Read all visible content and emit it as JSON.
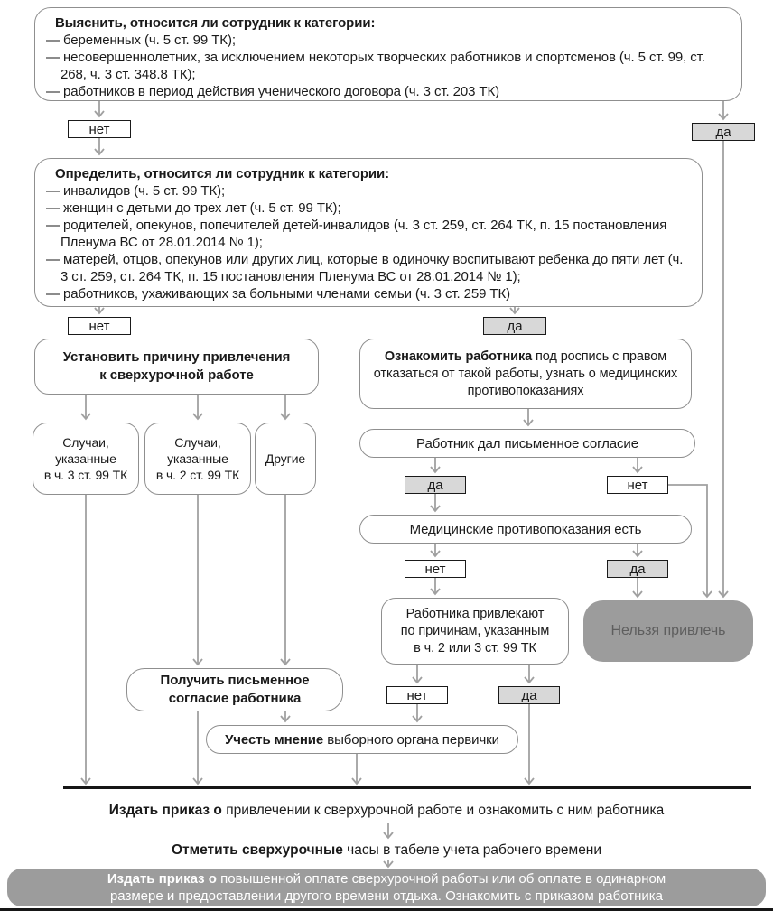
{
  "labels": {
    "yes": "да",
    "no": "нет"
  },
  "step1": {
    "title": "Выяснить, относится ли сотрудник к категории:",
    "items": [
      "— беременных (ч. 5 ст. 99 ТК);",
      "— несовершеннолетних, за исключением некоторых творческих работников и спортсменов (ч. 5 ст. 99, ст. 268, ч. 3 ст. 348.8 ТК);",
      "— работников в период действия ученического договора (ч. 3 ст. 203 ТК)"
    ]
  },
  "step2": {
    "title": "Определить, относится ли сотрудник к категории:",
    "items": [
      "— инвалидов (ч. 5 ст. 99 ТК);",
      "— женщин с детьми до трех лет (ч. 5 ст. 99 ТК);",
      "— родителей, опекунов, попечителей детей-инвалидов (ч. 3 ст. 259, ст. 264 ТК, п. 15 постановления Пленума ВС от 28.01.2014 № 1);",
      "— матерей, отцов, опекунов или других лиц, которые в одиночку воспитывают ребенка до пяти лет (ч. 3 ст. 259, ст. 264 ТК, п. 15 постановления Пленума ВС от 28.01.2014 № 1);",
      "— работников, ухаживающих за больными членами семьи (ч. 3 ст. 259 ТК)"
    ]
  },
  "establish_reason": "Установить причину привлечения\nк сверхурочной работе",
  "inform_worker": {
    "bold": "Ознакомить работника",
    "rest": " под роспись с правом отказаться от такой работы, узнать о медицинских противопоказаниях"
  },
  "case_part3": "Случаи,\nуказанные\nв ч. 3 ст. 99 ТК",
  "case_part2": "Случаи,\nуказанные\nв ч. 2 ст. 99 ТК",
  "case_other": "Другие",
  "written_consent_given": "Работник дал письменное согласие",
  "medical_contraindications": "Медицинские противопоказания есть",
  "attracted_by_reasons": "Работника привлекают\nпо причинам, указанным\nв ч. 2 или 3 ст. 99 ТК",
  "cannot_attract": "Нельзя привлечь",
  "get_written_consent": "Получить письменное\nсогласие работника",
  "union_opinion": {
    "bold": "Учесть мнение",
    "rest": " выборного органа первички"
  },
  "issue_order": {
    "bold": "Издать приказ о",
    "rest": " привлечении к сверхурочной работе и ознакомить с ним работника"
  },
  "mark_hours": {
    "bold": "Отметить сверхурочные",
    "rest": " часы в табеле учета рабочего времени"
  },
  "pay_order": {
    "bold": "Издать приказ о",
    "rest": " повышенной оплате сверхурочной работы или об оплате в одинарном размере и предоставлении другого времени отдыха. Ознакомить с приказом работника"
  },
  "colors": {
    "line": "#a0a0a0",
    "box_border": "#8f8f8f",
    "yes_bg": "#d8d8d8",
    "gray_box_bg": "#9c9c9c",
    "gray_box_text": "#5e5e5e",
    "text": "#1a1a1a",
    "bar": "#161616"
  }
}
